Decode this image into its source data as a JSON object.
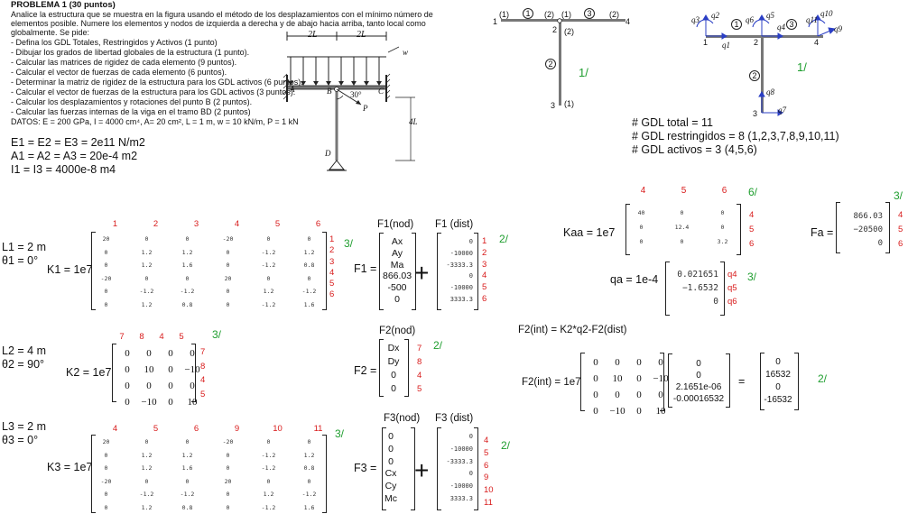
{
  "problem": {
    "title": "PROBLEMA 1 (30 puntos)",
    "intro": [
      "Analice la estructura que se muestra en la figura usando el método de los desplazamientos con el mínimo número de",
      "elementos posible. Numere los elementos y nodos de izquierda a derecha y de abajo hacia arriba, tanto local como",
      "globalmente. Se pide:"
    ],
    "tasks": [
      "- Defina los GDL Totales, Restringidos y Activos (1 punto)",
      "- Dibujar los grados de libertad globales de la estructura (1 punto).",
      "- Calcular las matrices de rigidez de cada elemento (9 puntos).",
      "- Calcular el vector de fuerzas de cada elemento (6 puntos).",
      "- Determinar la matriz de rigidez de la estructura para los GDL activos (6 puntos).",
      "- Calcular el vector de fuerzas de la estructura para los GDL activos (3 puntos).",
      "- Calcular los desplazamientos y rotaciones del punto B (2 puntos).",
      "- Calcular las fuerzas internas de la viga en el tramo BD (2 puntos)"
    ],
    "datos": "DATOS: E = 200 GPa, I = 4000 cm⁴, A= 20 cm², L = 1 m, w = 10 kN/m, P = 1 kN"
  },
  "figure": {
    "dim_left": "2L",
    "dim_right": "2L",
    "w": "w",
    "A": "A",
    "B": "B",
    "C": "C",
    "D": "D",
    "P": "P",
    "angle": "30°",
    "height": "4L"
  },
  "given": [
    "E1 = E2 = E3 = 2e11 N/m2",
    "A1 = A2 = A3 = 20e-4 m2",
    "I1 = I3 = 4000e-8 m4"
  ],
  "diagram1": {
    "node1": "1",
    "node2": "2",
    "node4": "4",
    "node3": "3",
    "labels_top": [
      "(1)",
      "(2)",
      "(1)",
      "(2)"
    ],
    "el1": "1",
    "el3": "3",
    "el2": "2",
    "n2_local": "(2)",
    "n3_local": "(1)",
    "score": "1/"
  },
  "diagram2": {
    "q": [
      "q3",
      "q2",
      "q1",
      "q6",
      "q5",
      "q4",
      "q11",
      "q10",
      "q9",
      "q8",
      "q7"
    ],
    "nodes": [
      "1",
      "2",
      "4",
      "3"
    ],
    "els": [
      "1",
      "3",
      "2"
    ],
    "score": "1/"
  },
  "gdl": [
    "# GDL total = 11",
    "# GDL restringidos = 8 (1,2,3,7,8,9,10,11)",
    "# GDL activos = 3 (4,5,6)"
  ],
  "el1": {
    "L": "L1 = 2 m",
    "th": "θ1 = 0°",
    "name": "K1 = 1e7",
    "cols": [
      "1",
      "2",
      "3",
      "4",
      "5",
      "6"
    ],
    "K": [
      [
        "20",
        "0",
        "0",
        "-20",
        "0",
        "0"
      ],
      [
        "0",
        "1.2",
        "1.2",
        "0",
        "-1.2",
        "1.2"
      ],
      [
        "0",
        "1.2",
        "1.6",
        "0",
        "-1.2",
        "0.8"
      ],
      [
        "-20",
        "0",
        "0",
        "20",
        "0",
        "0"
      ],
      [
        "0",
        "-1.2",
        "-1.2",
        "0",
        "1.2",
        "-1.2"
      ],
      [
        "0",
        "1.2",
        "0.8",
        "0",
        "-1.2",
        "1.6"
      ]
    ],
    "rows": [
      "1",
      "2",
      "3",
      "4",
      "5",
      "6"
    ],
    "score": "3/",
    "Fnod_title": "F1(nod)",
    "Fdist_title": "F1 (dist)",
    "F": "F1 =",
    "Fnod": [
      "Ax",
      "Ay",
      "Ma",
      "866.03",
      "-500",
      "0"
    ],
    "Fdist": [
      "0",
      "-10000",
      "-3333.3",
      "0",
      "-10000",
      "3333.3"
    ],
    "Frows": [
      "1",
      "2",
      "3",
      "4",
      "5",
      "6"
    ],
    "Fscore": "2/"
  },
  "el2": {
    "L": "L2 = 4 m",
    "th": "θ2 = 90°",
    "name": "K2 = 1e7",
    "cols": [
      "7",
      "8",
      "4",
      "5"
    ],
    "K": [
      [
        "0",
        "0",
        "0",
        "0"
      ],
      [
        "0",
        "10",
        "0",
        "−10"
      ],
      [
        "0",
        "0",
        "0",
        "0"
      ],
      [
        "0",
        "−10",
        "0",
        "10"
      ]
    ],
    "rows": [
      "7",
      "8",
      "4",
      "5"
    ],
    "score": "3/",
    "Fnod_title": "F2(nod)",
    "F": "F2 =",
    "Fnod": [
      "Dx",
      "Dy",
      "0",
      "0"
    ],
    "Frows": [
      "7",
      "8",
      "4",
      "5"
    ],
    "Fscore": "2/"
  },
  "el3": {
    "L": "L3 = 2 m",
    "th": "θ3 = 0°",
    "name": "K3 = 1e7",
    "cols": [
      "4",
      "5",
      "6",
      "9",
      "10",
      "11"
    ],
    "K": [
      [
        "20",
        "0",
        "0",
        "-20",
        "0",
        "0"
      ],
      [
        "0",
        "1.2",
        "1.2",
        "0",
        "-1.2",
        "1.2"
      ],
      [
        "0",
        "1.2",
        "1.6",
        "0",
        "-1.2",
        "0.8"
      ],
      [
        "-20",
        "0",
        "0",
        "20",
        "0",
        "0"
      ],
      [
        "0",
        "-1.2",
        "-1.2",
        "0",
        "1.2",
        "-1.2"
      ],
      [
        "0",
        "1.2",
        "0.8",
        "0",
        "-1.2",
        "1.6"
      ]
    ],
    "rows": [
      "4",
      "5",
      "6",
      "9",
      "10",
      "11"
    ],
    "score": "3/",
    "Fnod_title": "F3(nod)",
    "Fdist_title": "F3 (dist)",
    "F": "F3 =",
    "Fnod": [
      "0",
      "0",
      "0",
      "Cx",
      "Cy",
      "Mc"
    ],
    "Fdist": [
      "0",
      "-10000",
      "-3333.3",
      "0",
      "-10000",
      "3333.3"
    ],
    "Frows": [
      "4",
      "5",
      "6",
      "9",
      "10",
      "11"
    ],
    "Fscore": "2/"
  },
  "kaa": {
    "name": "Kaa = 1e7",
    "cols": [
      "4",
      "5",
      "6"
    ],
    "score": "6/",
    "K": [
      [
        "40",
        "0",
        "0"
      ],
      [
        "0",
        "12.4",
        "0"
      ],
      [
        "0",
        "0",
        "3.2"
      ]
    ],
    "rows": [
      "4",
      "5",
      "6"
    ]
  },
  "fa": {
    "name": "Fa =",
    "vals": [
      "866.03",
      "−20500",
      "0"
    ],
    "rows": [
      "4",
      "5",
      "6"
    ],
    "score": "3/"
  },
  "qa": {
    "name": "qa = 1e-4",
    "vals": [
      "0.021651",
      "−1.6532",
      "0"
    ],
    "rows": [
      "q4",
      "q5",
      "q6"
    ],
    "score": "3/"
  },
  "f2int": {
    "formula": "F2(int) = K2*q2-F2(dist)",
    "name": "F2(int) = 1e7",
    "K": [
      [
        "0",
        "0",
        "0",
        "0"
      ],
      [
        "0",
        "10",
        "0",
        "−10"
      ],
      [
        "0",
        "0",
        "0",
        "0"
      ],
      [
        "0",
        "−10",
        "0",
        "10"
      ]
    ],
    "q": [
      "0",
      "0",
      "2.1651e-06",
      "-0.00016532"
    ],
    "eq": "=",
    "res": [
      "0",
      "16532",
      "0",
      "-16532"
    ],
    "score": "2/"
  }
}
